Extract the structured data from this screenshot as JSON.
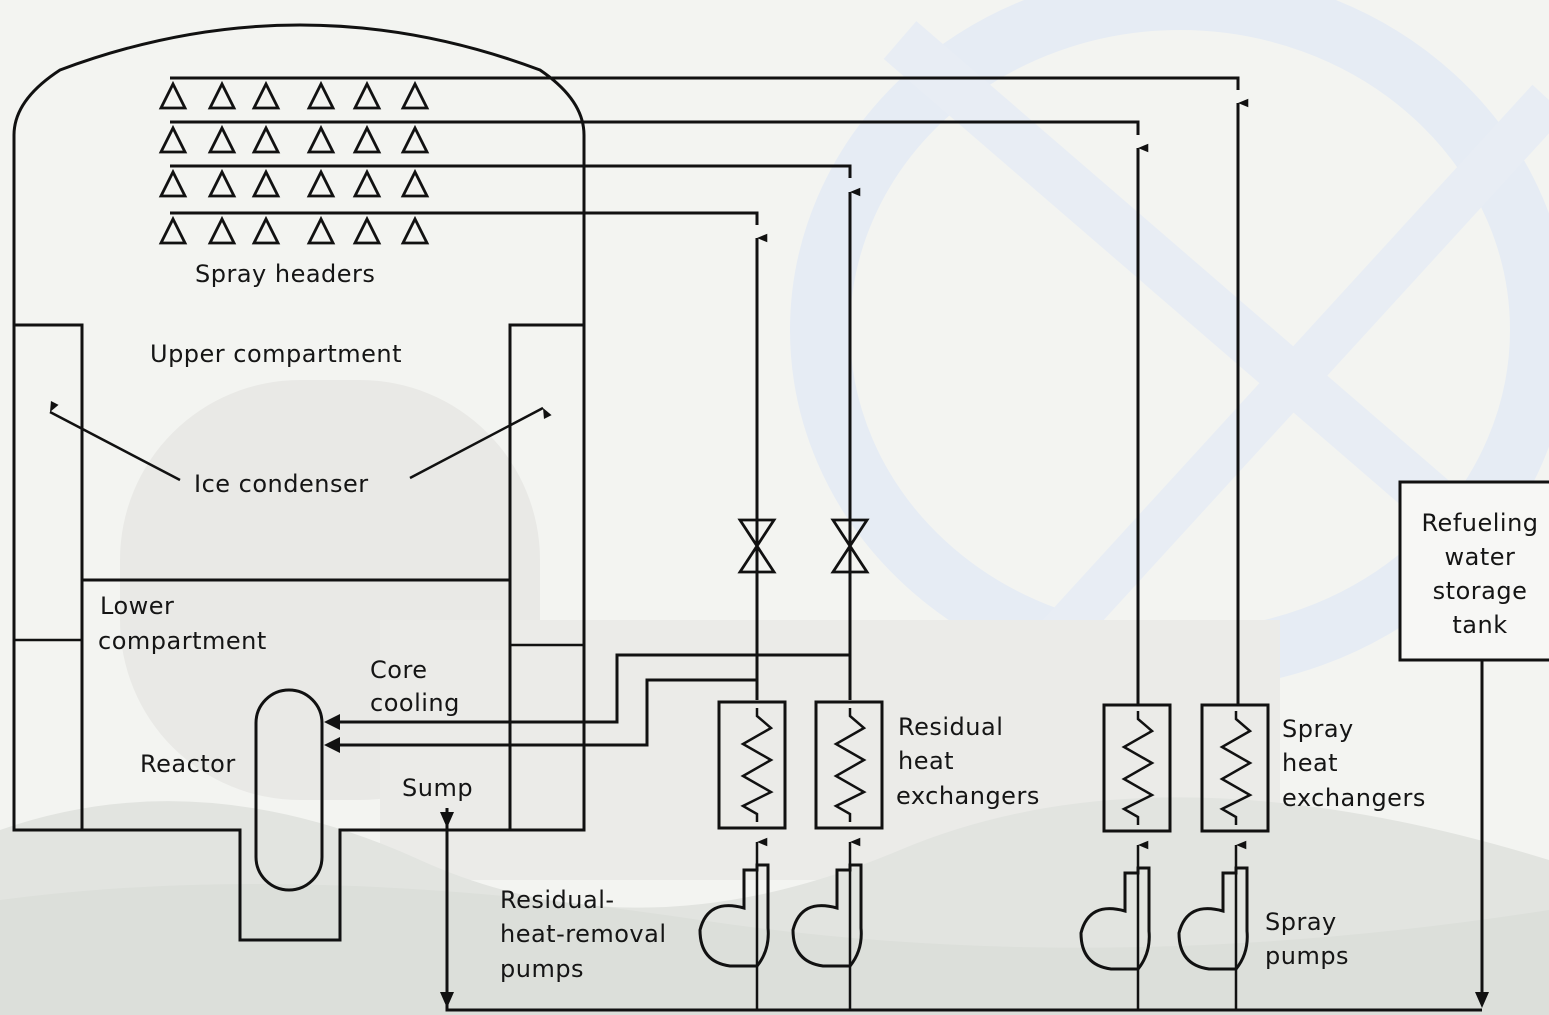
{
  "labels": {
    "spray_headers": "Spray headers",
    "upper_compartment": "Upper compartment",
    "ice_condenser": "Ice condenser",
    "lower_compartment_1": "Lower",
    "lower_compartment_2": "compartment",
    "core_cooling_1": "Core",
    "core_cooling_2": "cooling",
    "reactor": "Reactor",
    "sump": "Sump",
    "residual_hx_1": "Residual",
    "residual_hx_2": "heat",
    "residual_hx_3": "exchangers",
    "rhr_pumps_1": "Residual-",
    "rhr_pumps_2": "heat-removal",
    "rhr_pumps_3": "pumps",
    "spray_hx_1": "Spray",
    "spray_hx_2": "heat",
    "spray_hx_3": "exchangers",
    "spray_pumps_1": "Spray",
    "spray_pumps_2": "pumps",
    "rwst_1": "Refueling",
    "rwst_2": "water",
    "rwst_3": "storage",
    "rwst_4": "tank"
  },
  "colors": {
    "line": "#111111",
    "background": "#f4f5f2"
  }
}
